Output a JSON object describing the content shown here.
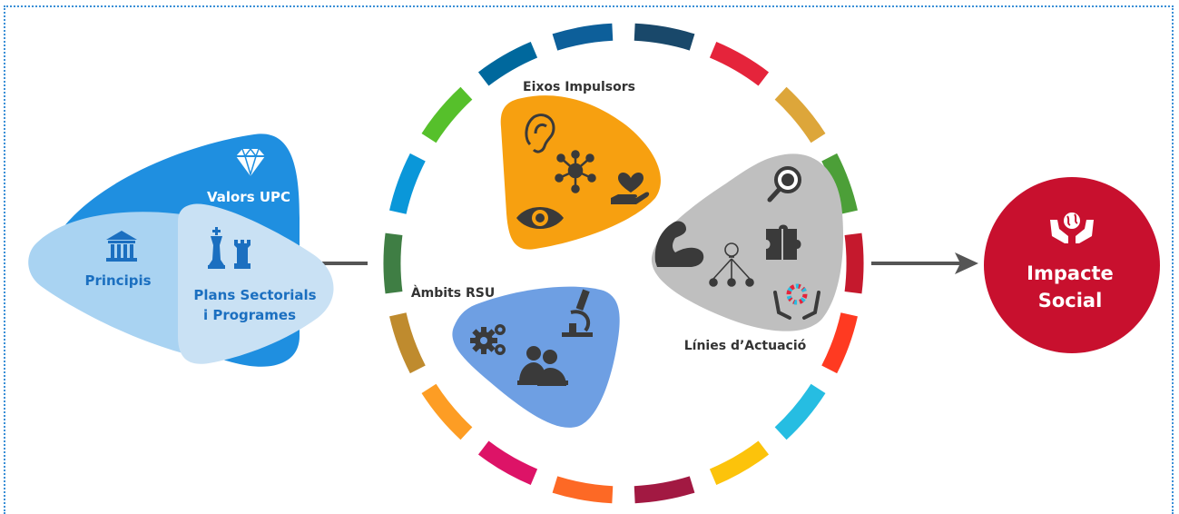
{
  "left_group": {
    "valors_label": "Valors UPC",
    "principis_label": "Principis",
    "plans_label_line1": "Plans Sectorials",
    "plans_label_line2": "i Programes",
    "colors": {
      "valors": "#1f8fe0",
      "principis": "#a9d3f2",
      "plans": "#c9e1f4",
      "text_light": "#ffffff",
      "text_dark": "#1b6fc0"
    }
  },
  "center_circle": {
    "eixos_label": "Eixos Impulsors",
    "ambits_label": "Àmbits RSU",
    "linies_label": "Línies d’Actuació",
    "colors": {
      "eixos": "#f7a010",
      "ambits": "#6e9fe3",
      "linies": "#bfbfbf"
    },
    "ring_colors": [
      "#19486a",
      "#e5243b",
      "#dda63a",
      "#4c9f38",
      "#c5192d",
      "#ff3a21",
      "#26bde2",
      "#fcc30b",
      "#a21942",
      "#fd6925",
      "#dd1367",
      "#fd9d24",
      "#bf8b2e",
      "#3f7e44",
      "#0a97d9",
      "#56c02b",
      "#00689d",
      "#0d5f9a"
    ]
  },
  "impact": {
    "label_line1": "Impacte",
    "label_line2": "Social",
    "color": "#c8102e"
  },
  "icons": [
    "diamond-icon",
    "bank-icon",
    "chess-icon",
    "ear-icon",
    "network-icon",
    "eye-icon",
    "heart-hand-icon",
    "globe-search-icon",
    "muscle-icon",
    "lightbulb-icon",
    "puzzle-icon",
    "hands-sdg-icon",
    "gears-icon",
    "microscope-icon",
    "students-icon",
    "hands-globe-icon",
    "arrow-icon"
  ]
}
